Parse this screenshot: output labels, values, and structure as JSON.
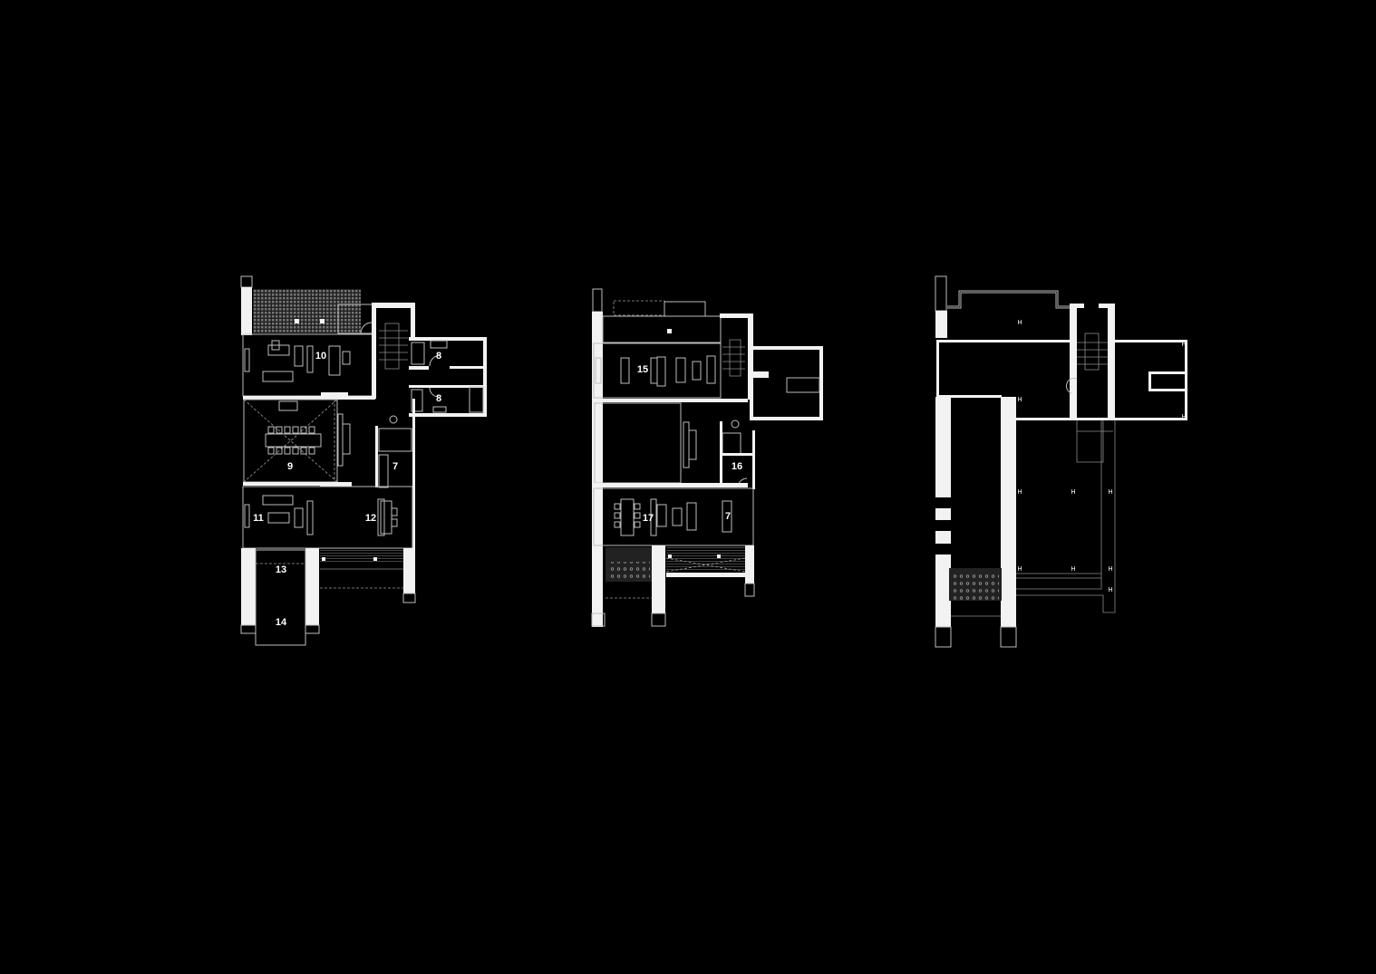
{
  "diagram": {
    "type": "architectural floor plans",
    "colors": {
      "background": "#000000",
      "walls": "#f2f2f2",
      "lines": "#bdbdbd"
    },
    "plans": [
      {
        "name": "ground-floor",
        "rooms": [
          {
            "label": "10"
          },
          {
            "label": "8"
          },
          {
            "label": "8"
          },
          {
            "label": "9"
          },
          {
            "label": "7"
          },
          {
            "label": "11"
          },
          {
            "label": "12"
          },
          {
            "label": "13"
          },
          {
            "label": "14"
          }
        ]
      },
      {
        "name": "upper-floor",
        "rooms": [
          {
            "label": "15"
          },
          {
            "label": "16"
          },
          {
            "label": "17"
          },
          {
            "label": "7"
          }
        ]
      },
      {
        "name": "basement-floor",
        "markers": [
          "H",
          "H",
          "H",
          "H",
          "H",
          "H",
          "H",
          "H",
          "H",
          "H",
          "H"
        ]
      }
    ]
  }
}
